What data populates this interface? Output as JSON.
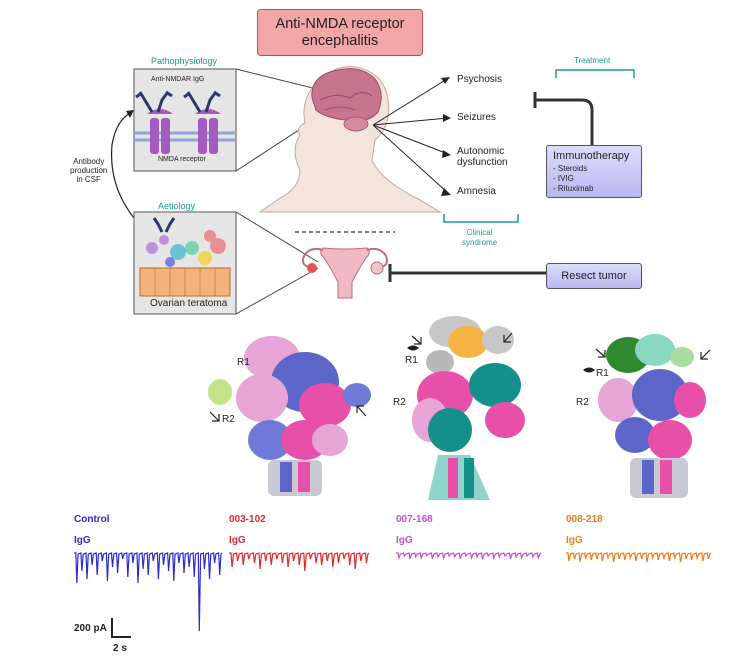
{
  "title": {
    "line1": "Anti-NMDA receptor",
    "line2": "encephalitis"
  },
  "pathophysiology": {
    "heading": "Pathophysiology",
    "antibody_label": "Anti-NMDAR IgG",
    "receptor_label": "NMDA receptor"
  },
  "aetiology": {
    "heading": "Aetiology",
    "tumor_label": "Ovarian teratoma"
  },
  "antibody_production": {
    "line1": "Antibody",
    "line2": "production",
    "line3": "in CSF"
  },
  "symptoms": [
    "Psychosis",
    "Seizures",
    "Autonomic",
    "dysfunction",
    "Amnesia"
  ],
  "clinical_syndrome": {
    "line1": "Clinical",
    "line2": "syndrome"
  },
  "treatment": {
    "heading": "Treatment",
    "therapy_title": "Immunotherapy",
    "therapy_items": [
      "- Steroids",
      "- IVIG",
      "- Rituximab"
    ],
    "resect_label": "Resect tumor"
  },
  "structures": {
    "r1": "R1",
    "r2": "R2"
  },
  "traces": [
    {
      "name": "Control",
      "sub": "IgG",
      "color": "#2b2bd6"
    },
    {
      "name": "003-102",
      "sub": "IgG",
      "color": "#e02b2b"
    },
    {
      "name": "007-168",
      "sub": "IgG",
      "color": "#c04fd8"
    },
    {
      "name": "008-218",
      "sub": "IgG",
      "color": "#f07b1a"
    }
  ],
  "scale": {
    "current": "200 pA",
    "time": "2 s"
  },
  "colors": {
    "teal": "#1b9a8e",
    "title_fill": "#f3a6a6",
    "brain": "#c06080",
    "receptor": "#9b59b6"
  }
}
